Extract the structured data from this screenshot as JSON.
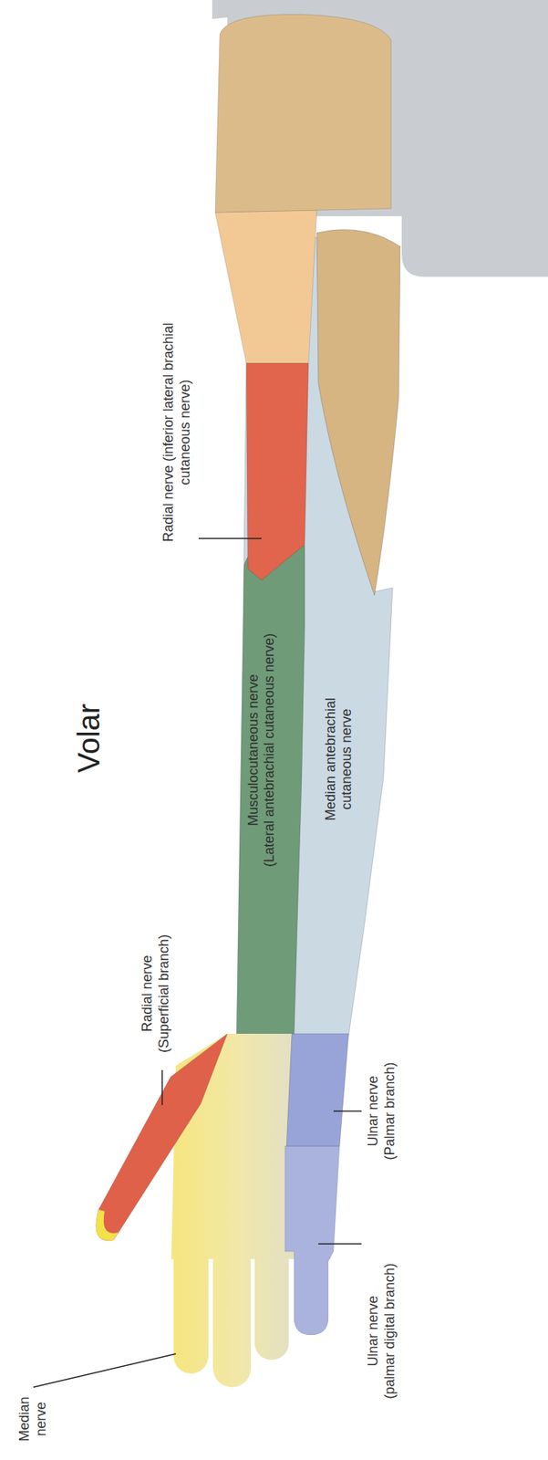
{
  "diagram": {
    "title": "Volar",
    "nodes": [
      {
        "text": [
          "Musculocutaneous nerve (Lateral antebrachial cutaneous nerve)"
        ]
      },
      {
        "text": [
          "Median antebrachial cutaneous nerve"
        ]
      }
    ],
    "labels": [
      "Radial nerve (inferior lateral brachial cutaneous nerve)",
      "Radial nerve (Superficial branch)",
      "Ulnar nerve (Palmar branch)",
      "Ulnar nerve (palmar digital branch)",
      "Median nerve"
    ]
  }
}
